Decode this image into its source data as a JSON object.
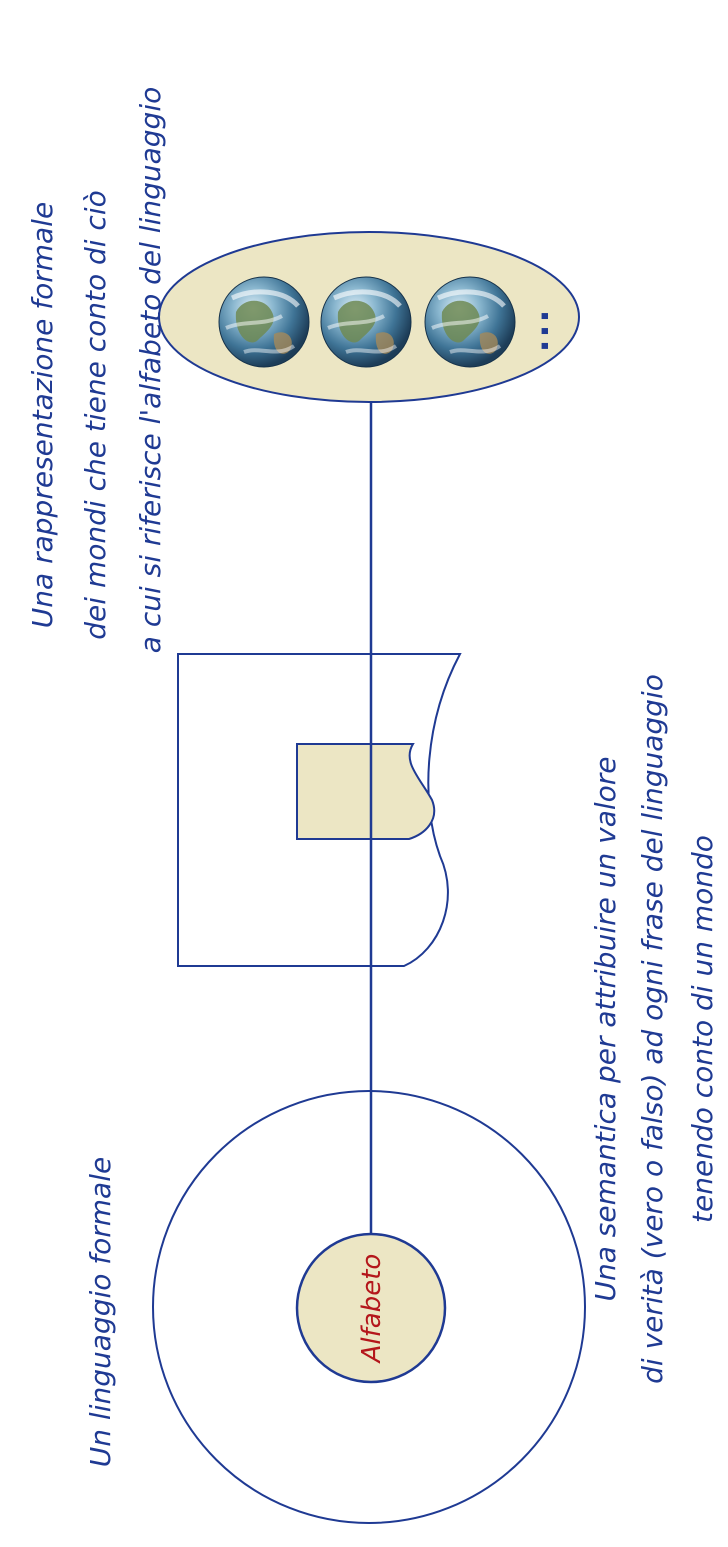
{
  "language_caption": "Un linguaggio formale",
  "alphabet_label": "Alfabeto",
  "semantics_caption": [
    "Una semantica per attribuire un valore",
    "di verità (vero o falso) ad ogni frase del linguaggio",
    "tenendo conto di un mondo"
  ],
  "worlds_caption": [
    "Una rappresentazione formale",
    "dei mondi che tiene conto di ciò",
    "a cui si riferisce l'alfabeto del linguaggio"
  ],
  "worlds_ellipsis": "...",
  "colors": {
    "line": "#1f3a93",
    "fill": "#ece6c4",
    "text": "#1f3a93",
    "alphabet_text": "#b4161b"
  }
}
